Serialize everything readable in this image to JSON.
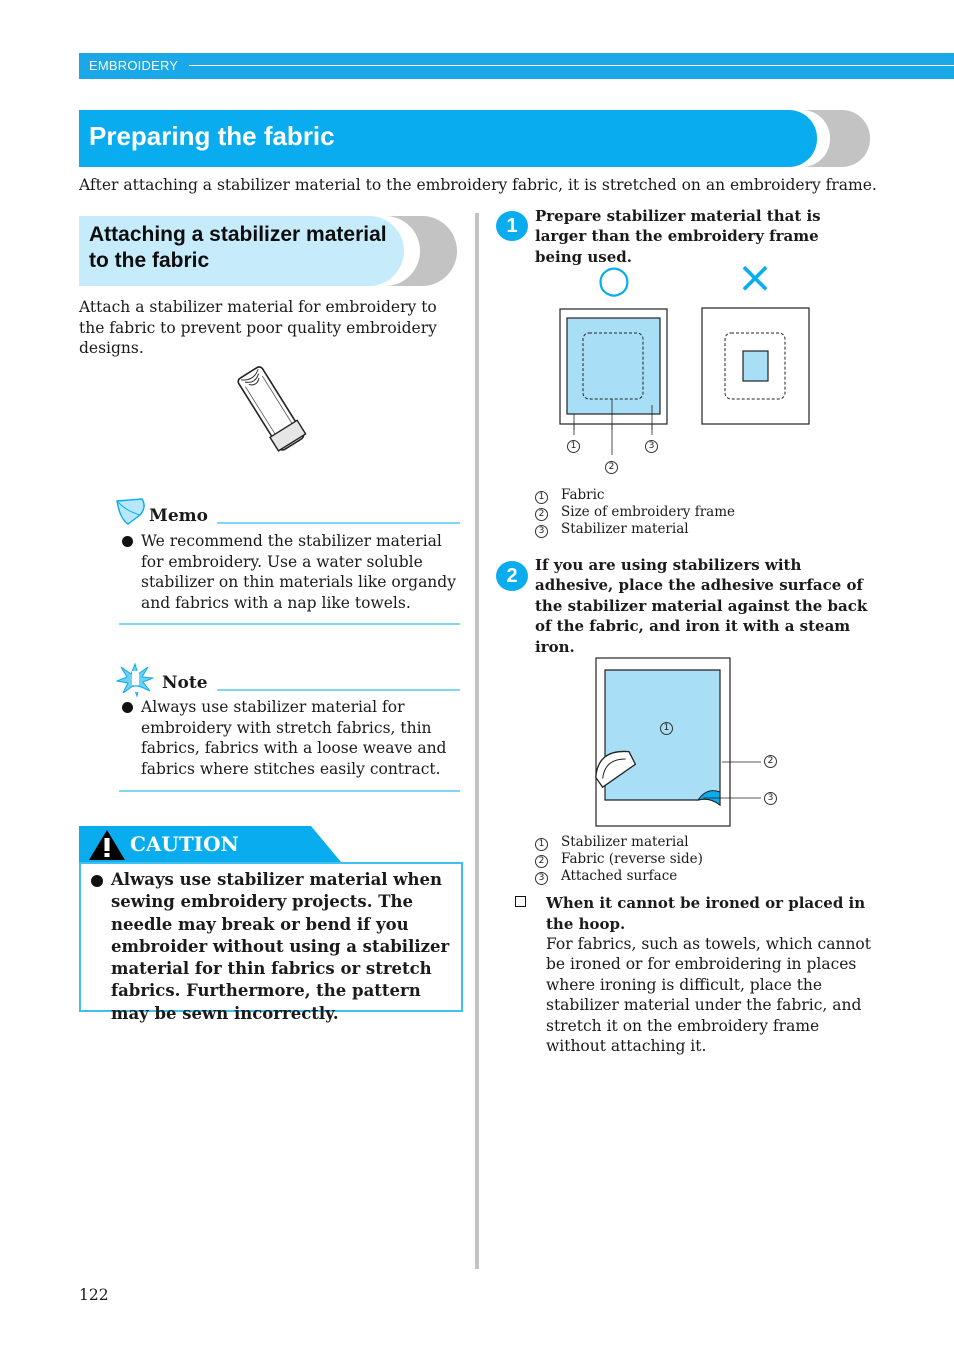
{
  "header": {
    "section_label": "EMBROIDERY"
  },
  "title": "Preparing the fabric",
  "intro": "After attaching a stabilizer material to the embroidery fabric, it is stretched on an embroidery frame.",
  "section": {
    "heading_line1": "Attaching a stabilizer material",
    "heading_line2": "to the fabric",
    "body": "Attach a stabilizer material for embroidery to the fabric to prevent poor quality embroidery designs."
  },
  "memo": {
    "title": "Memo",
    "text": "We recommend the stabilizer material for embroidery. Use a water soluble stabilizer on thin materials like organdy and fabrics with a nap like towels."
  },
  "note": {
    "title": "Note",
    "text": "Always use stabilizer material for embroidery with stretch fabrics, thin fabrics, fabrics with a loose weave and fabrics where stitches easily contract."
  },
  "caution": {
    "title": "CAUTION",
    "text": "Always use stabilizer material when sewing embroidery projects. The needle may break or bend if you embroider without using a stabilizer material for thin fabrics or stretch fabrics. Furthermore, the pattern may be sewn incorrectly."
  },
  "step1": {
    "number": "1",
    "text": "Prepare stabilizer material that is larger than the embroidery frame being used.",
    "figure": {
      "correct_mark": "○",
      "wrong_mark": "×",
      "callouts": [
        "1",
        "2",
        "3"
      ]
    },
    "legend": [
      {
        "num": "1",
        "label": "Fabric"
      },
      {
        "num": "2",
        "label": "Size of embroidery frame"
      },
      {
        "num": "3",
        "label": "Stabilizer material"
      }
    ]
  },
  "step2": {
    "number": "2",
    "text": "If you are using stabilizers with adhesive, place the adhesive surface of the stabilizer material against the back of the fabric, and iron it with a steam iron.",
    "figure": {
      "callouts": [
        "1",
        "2",
        "3"
      ]
    },
    "legend": [
      {
        "num": "1",
        "label": "Stabilizer material"
      },
      {
        "num": "2",
        "label": "Fabric (reverse side)"
      },
      {
        "num": "3",
        "label": "Attached surface"
      }
    ]
  },
  "sub": {
    "title": "When it cannot be ironed or placed in the hoop.",
    "body": "For fabrics, such as towels, which cannot be ironed or for embroidering in places where ironing is difficult, place the stabilizer material under the fabric, and stretch it on the embroidery frame without attaching it."
  },
  "page_number": "122",
  "colors": {
    "accent": "#09adef",
    "light_accent": "#c6ecfb",
    "fabric_fill": "#a8def6",
    "shadow": "#c3c3c3"
  }
}
